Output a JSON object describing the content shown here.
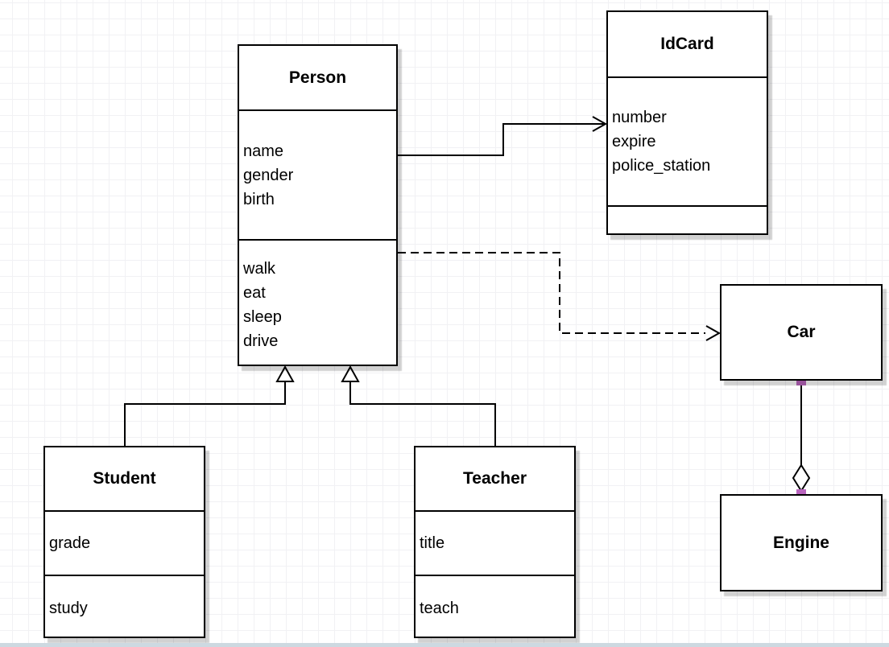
{
  "diagram": {
    "type": "uml-class-diagram",
    "classes": {
      "person": {
        "title": "Person",
        "attributes": [
          "name",
          "gender",
          "birth"
        ],
        "methods": [
          "walk",
          "eat",
          "sleep",
          "drive"
        ]
      },
      "idcard": {
        "title": "IdCard",
        "attributes": [
          "number",
          "expire",
          "police_station"
        ],
        "methods": []
      },
      "car": {
        "title": "Car",
        "attributes": [],
        "methods": []
      },
      "engine": {
        "title": "Engine",
        "attributes": [],
        "methods": []
      },
      "student": {
        "title": "Student",
        "attributes": [
          "grade"
        ],
        "methods": [
          "study"
        ]
      },
      "teacher": {
        "title": "Teacher",
        "attributes": [
          "title"
        ],
        "methods": [
          "teach"
        ]
      }
    },
    "relationships": [
      {
        "from": "Person",
        "to": "IdCard",
        "type": "directed-association",
        "line": "solid",
        "arrowhead": "open"
      },
      {
        "from": "Person",
        "to": "Car",
        "type": "dependency",
        "line": "dashed",
        "arrowhead": "open"
      },
      {
        "from": "Student",
        "to": "Person",
        "type": "generalization",
        "line": "solid",
        "arrowhead": "hollow-triangle"
      },
      {
        "from": "Teacher",
        "to": "Person",
        "type": "generalization",
        "line": "solid",
        "arrowhead": "hollow-triangle"
      },
      {
        "from": "Car",
        "to": "Engine",
        "type": "aggregation",
        "line": "solid",
        "arrowhead": "hollow-diamond"
      }
    ],
    "colors": {
      "stroke": "#000000",
      "shape_fill": "#ffffff",
      "shadow": "#d0d0d0",
      "grid_line": "#f1f1f4",
      "endpoint_marker": "#b965be",
      "bottom_bar": "#cdd9e1"
    }
  }
}
